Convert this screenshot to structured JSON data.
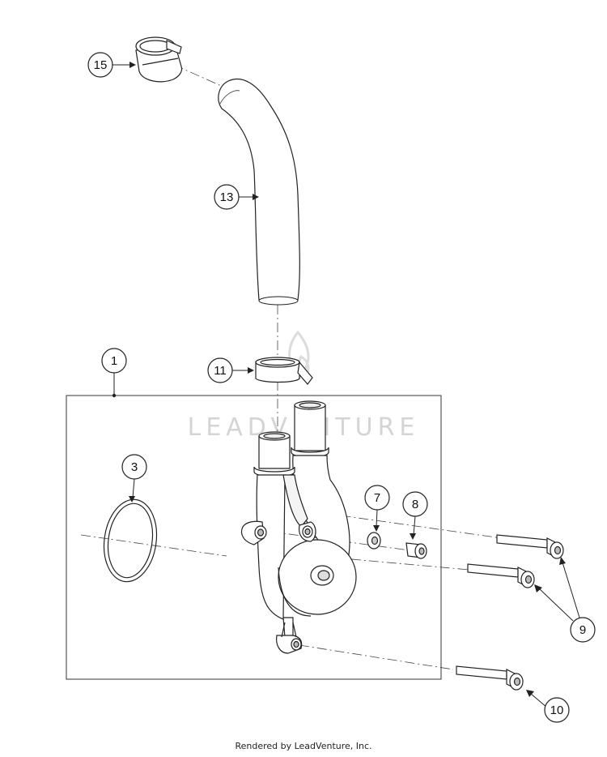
{
  "callouts": {
    "c1": "1",
    "c3": "3",
    "c7": "7",
    "c8": "8",
    "c9": "9",
    "c10": "10",
    "c11": "11",
    "c13": "13",
    "c15": "15"
  },
  "watermark": "LEADVENTURE",
  "footer": "Rendered by LeadVenture, Inc."
}
